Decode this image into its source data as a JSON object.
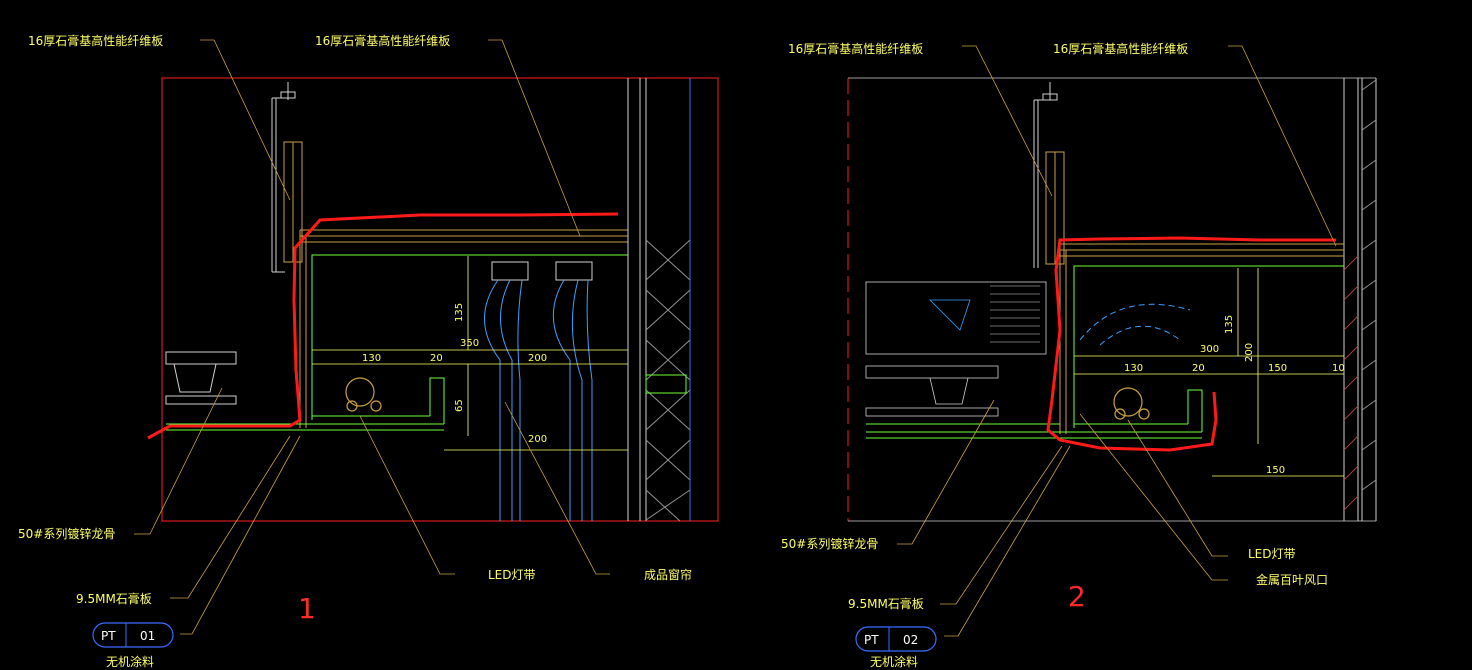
{
  "drawing": {
    "colors": {
      "background": "#000000",
      "frame": "#ff2020",
      "annotation": "#ffff66",
      "leader": "#c8a040",
      "green_line": "#6dff3c",
      "cyan_line": "#3aa0ff",
      "redline": "#ff1a1a",
      "tag_outline": "#3a6bff"
    },
    "detail1": {
      "number": "1",
      "label_board_left": "16厚石膏基高性能纤维板",
      "label_board_right": "16厚石膏基高性能纤维板",
      "label_keel": "50#系列镀锌龙骨",
      "label_gypsum": "9.5MM石膏板",
      "label_led": "LED灯带",
      "label_curtain": "成品窗帘",
      "tag_code": "PT",
      "tag_num": "01",
      "tag_finish": "无机涂料",
      "dims": {
        "d135": "135",
        "d350": "350",
        "d130": "130",
        "d20": "20",
        "d200a": "200",
        "d65": "65",
        "d200b": "200"
      }
    },
    "detail2": {
      "number": "2",
      "label_board_left": "16厚石膏基高性能纤维板",
      "label_board_right": "16厚石膏基高性能纤维板",
      "label_keel": "50#系列镀锌龙骨",
      "label_gypsum": "9.5MM石膏板",
      "label_led": "LED灯带",
      "label_vent": "金属百叶风口",
      "tag_code": "PT",
      "tag_num": "02",
      "tag_finish": "无机涂料",
      "dims": {
        "d135": "135",
        "d300": "300",
        "d200": "200",
        "d130": "130",
        "d20": "20",
        "d150a": "150",
        "d10": "10",
        "d150b": "150"
      }
    }
  }
}
